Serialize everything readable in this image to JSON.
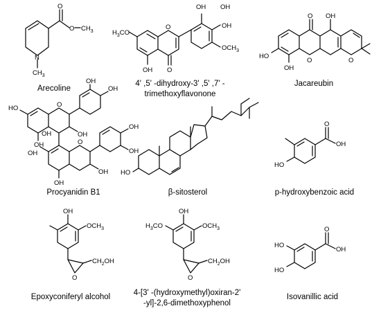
{
  "molecules": [
    {
      "name": "Arecoline",
      "name_lines": [
        "Arecoline"
      ],
      "labels": {
        "o_carbonyl": "O",
        "o_ester": "O",
        "methyl": "CH",
        "methyl_sub": "3",
        "nitrogen": "N",
        "n_methyl": "CH",
        "n_methyl_sub": "3"
      }
    },
    {
      "name": "4',5'-dihydroxy-3',5',7'-trimethoxyflavonone",
      "name_lines": [
        "4' ,5' -dihydroxy-3' ,5' ,7' -",
        "trimethoxyflavonone"
      ],
      "labels": {
        "oh_top_left": "OH",
        "oh_top_right": "OH",
        "oh_mid": "OH",
        "och3": "OCH",
        "och3_sub": "3",
        "h3co": "H",
        "h3co_sub": "3",
        "h3co_rest": "CO",
        "ring_o": "O",
        "oh_bottom": "OH",
        "carbonyl_o": "O"
      }
    },
    {
      "name": "Jacareubin",
      "name_lines": [
        "Jacareubin"
      ],
      "labels": {
        "carbonyl_o": "O",
        "oh_top": "OH",
        "ring_o1": "O",
        "ring_o2": "O",
        "oh_left": "HO",
        "oh_bottom": "OH"
      }
    },
    {
      "name": "Procyanidin B1",
      "name_lines": [
        "Procyanidin B1"
      ],
      "labels": {
        "oh_1": "HO",
        "ring_o1": "O",
        "oh_2": "OH",
        "oh_3": "OH",
        "oh_4": "OH",
        "oh_5": "OH",
        "oh_6": "OH",
        "oh_7": "OH",
        "ring_o2": "O",
        "oh_8": "OH",
        "oh_9": "OH",
        "oh_10": "OH",
        "oh_11": "OH"
      }
    },
    {
      "name": "β-sitosterol",
      "name_lines": [
        "β-sitosterol"
      ],
      "labels": {
        "ho": "HO"
      }
    },
    {
      "name": "p-hydroxybenzoic acid",
      "name_lines": [
        "p-hydroxybenzoic acid"
      ],
      "labels": {
        "o": "O",
        "oh_acid": "OH",
        "ho": "HO"
      }
    },
    {
      "name": "Epoxyconiferyl alcohol",
      "name_lines": [
        "Epoxyconiferyl alcohol"
      ],
      "labels": {
        "oh": "OH",
        "och3": "OCH",
        "och3_sub": "3",
        "ch2oh": "CH",
        "ch2oh_sub": "2",
        "ch2oh_rest": "OH",
        "epox_o": "O"
      }
    },
    {
      "name": "4-[3'-(hydroxymethyl)oxiran-2'-yl]-2,6-dimethoxyphenol",
      "name_lines": [
        "4-[3' -(hydroxymethyl)oxiran-2'",
        "-yl]-2,6-dimethoxyphenol"
      ],
      "labels": {
        "h3co": "H",
        "h3co_sub": "3",
        "h3co_rest": "CO",
        "oh": "OH",
        "och3": "OCH",
        "och3_sub": "3",
        "ch2oh": "CH",
        "ch2oh_sub": "2",
        "ch2oh_rest": "OH",
        "epox_o": "O"
      }
    },
    {
      "name": "Isovanillic acid",
      "name_lines": [
        "Isovanillic acid"
      ],
      "labels": {
        "o": "O",
        "oh_acid": "OH",
        "ho_top": "HO",
        "ho_bottom": "HO"
      }
    }
  ]
}
